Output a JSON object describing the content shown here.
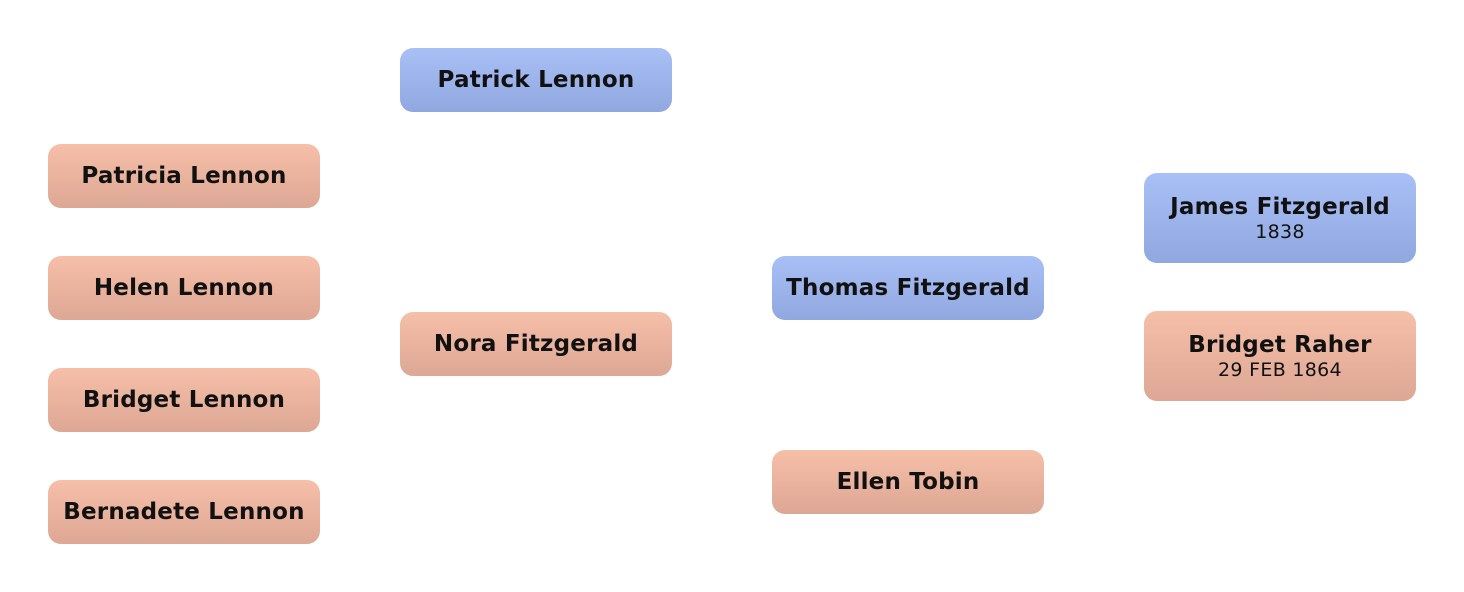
{
  "people": {
    "patricia_lennon": {
      "name": "Patricia Lennon"
    },
    "helen_lennon": {
      "name": "Helen Lennon"
    },
    "bridget_lennon": {
      "name": "Bridget Lennon"
    },
    "bernadete_lennon": {
      "name": "Bernadete Lennon"
    },
    "patrick_lennon": {
      "name": "Patrick Lennon"
    },
    "nora_fitzgerald": {
      "name": "Nora Fitzgerald"
    },
    "thomas_fitzgerald": {
      "name": "Thomas Fitzgerald"
    },
    "ellen_tobin": {
      "name": "Ellen Tobin"
    },
    "james_fitzgerald": {
      "name": "James Fitzgerald",
      "date": "1838"
    },
    "bridget_raher": {
      "name": "Bridget Raher",
      "date": "29 FEB 1864"
    }
  },
  "colors": {
    "male_top": "#a9c0f7",
    "male_bottom": "#90a8df",
    "female_top": "#f6bfa8",
    "female_bottom": "#dca794"
  }
}
